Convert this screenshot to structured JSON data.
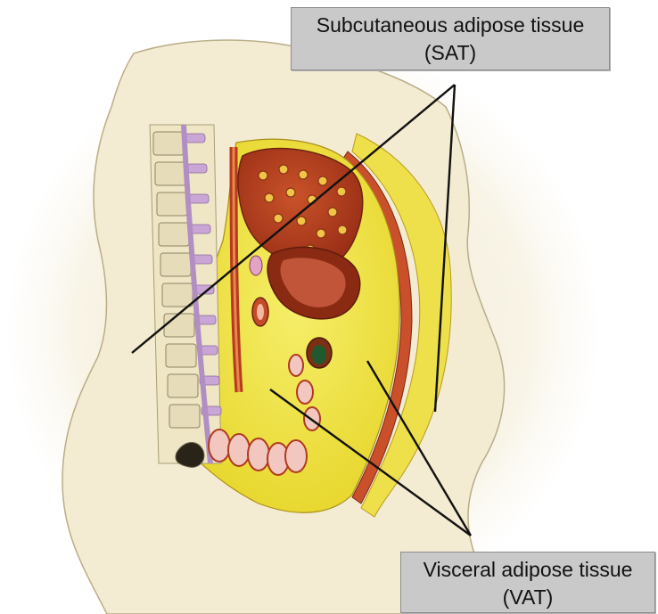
{
  "labels": {
    "sat": {
      "line1": "Subcutaneous adipose tissue",
      "line2": "(SAT)"
    },
    "vat": {
      "line1": "Visceral adipose tissue",
      "line2": "(VAT)"
    }
  },
  "colors": {
    "background": "#ffffff",
    "skin": "#f4ecd2",
    "fat": "#efe23a",
    "organ": "#b8401e",
    "bone": "#e6dcc0",
    "disc": "#c9a6d6",
    "label_box": "#c9c9c9",
    "leader_line": "#111111"
  }
}
